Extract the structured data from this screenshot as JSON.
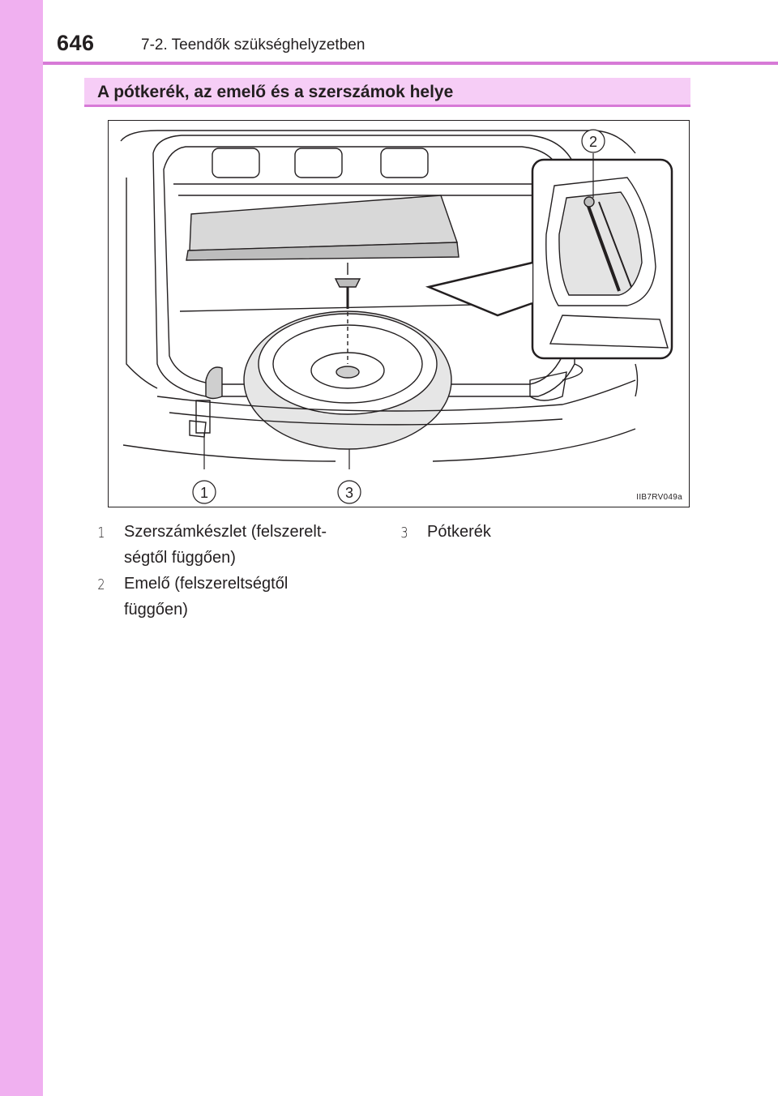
{
  "header": {
    "page_number": "646",
    "section_title": "7-2. Teendők szükséghelyzetben"
  },
  "heading": "A pótkerék, az emelő és a szerszámok helye",
  "figure": {
    "code": "IIB7RV049a",
    "callouts": [
      "1",
      "2",
      "3"
    ]
  },
  "legend": [
    {
      "num": "1",
      "text": "Szerszámkészlet (felszerelt-\nségtől függően)"
    },
    {
      "num": "2",
      "text": "Emelő (felszereltségtől\nfüggően)"
    },
    {
      "num": "3",
      "text": "Pótkerék"
    }
  ],
  "colors": {
    "side_band": "#f0b0f0",
    "heading_bg": "#f6cdf6",
    "rule": "#d77ad7"
  }
}
